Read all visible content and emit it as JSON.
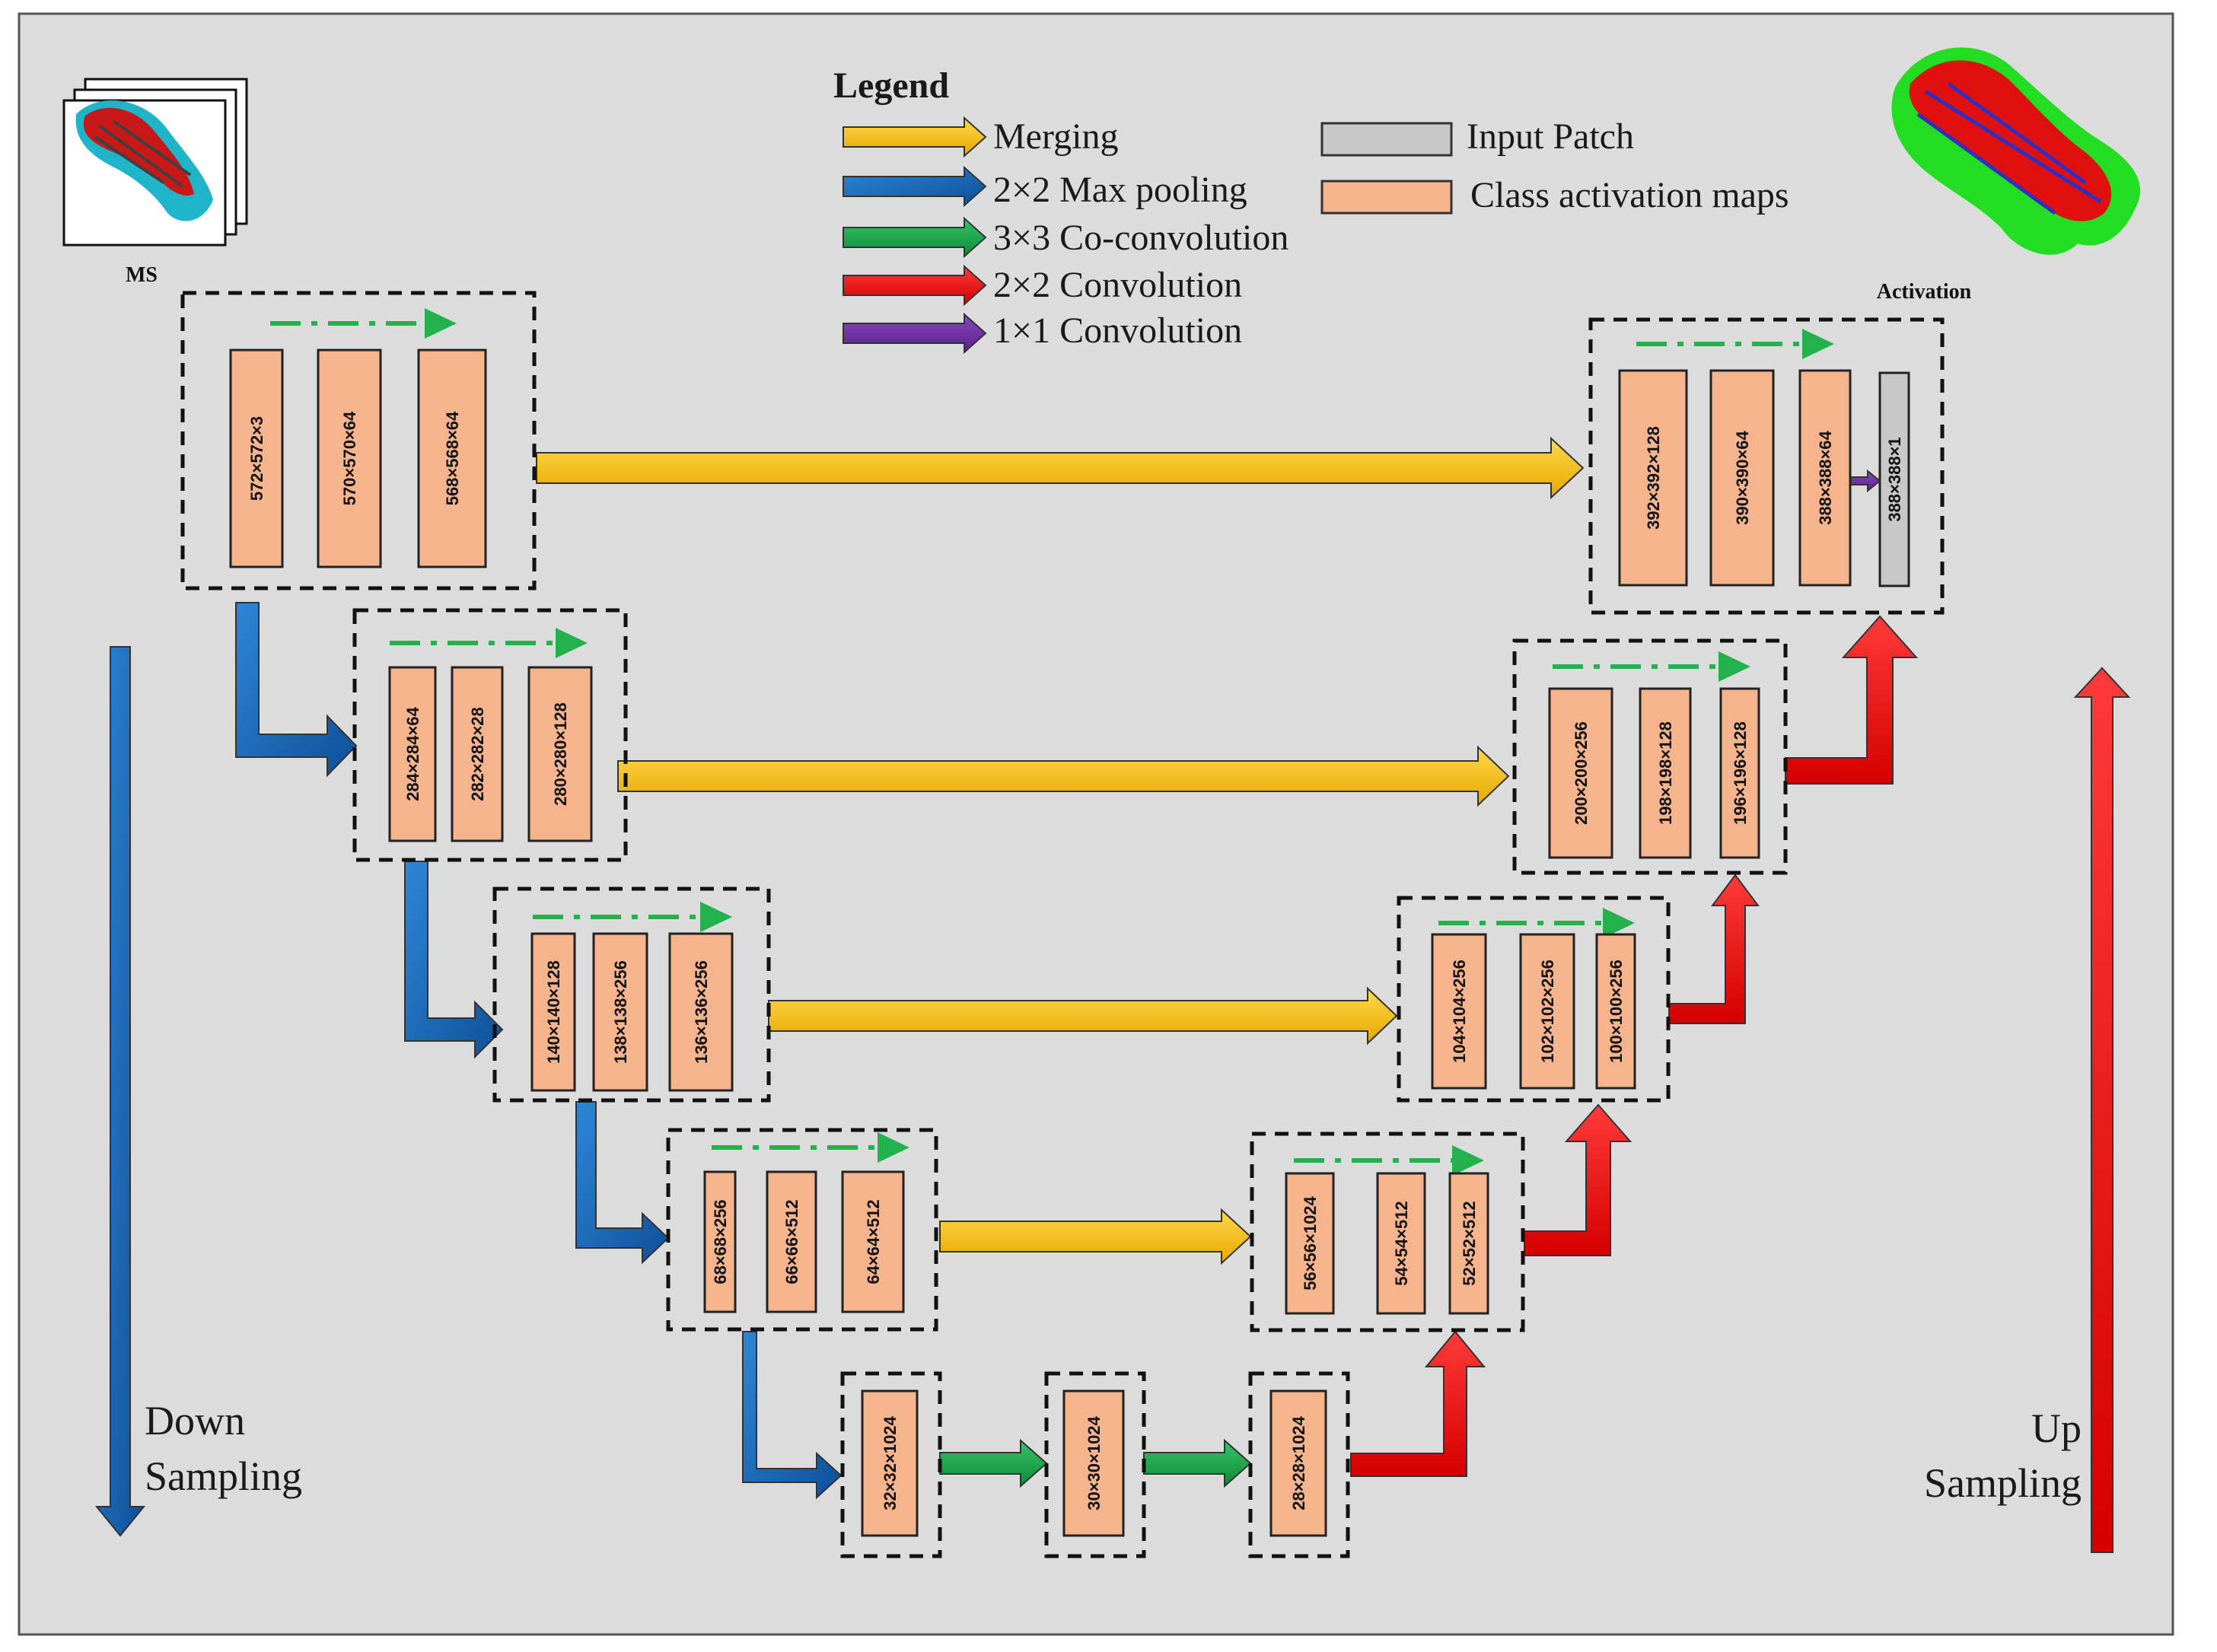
{
  "colors": {
    "background": "#dcdcdc",
    "feature_map": "#f5b48c",
    "input_patch": "#c8c8c8",
    "merge": "#ffc20e",
    "pool": "#1f6fc0",
    "coconv": "#1faa4a",
    "upconv": "#ff1010",
    "conv1x1": "#7030a0",
    "inner_arrow": "#22b14c"
  },
  "legend": {
    "title": "Legend",
    "items": [
      {
        "label": "Merging",
        "color": "#ffc20e"
      },
      {
        "label": "2×2 Max pooling",
        "color": "#1f6fc0"
      },
      {
        "label": "3×3 Co-convolution",
        "color": "#1faa4a"
      },
      {
        "label": "2×2 Convolution",
        "color": "#ff1010"
      },
      {
        "label": "1×1 Convolution",
        "color": "#7030a0"
      }
    ],
    "boxes": [
      {
        "label": "Input Patch",
        "color": "#c8c8c8"
      },
      {
        "label": "Class activation maps",
        "color": "#f5b48c"
      }
    ]
  },
  "input_image_label": "MS",
  "output_image_label": "Activation",
  "down_label": [
    "Down",
    "Sampling"
  ],
  "up_label": [
    "Up",
    "Sampling"
  ],
  "encoder": [
    [
      "572×572×3",
      "570×570×64",
      "568×568×64"
    ],
    [
      "284×284×64",
      "282×282×28",
      "280×280×128"
    ],
    [
      "140×140×128",
      "138×138×256",
      "136×136×256"
    ],
    [
      "68×68×256",
      "66×66×512",
      "64×64×512"
    ]
  ],
  "bottleneck": [
    "32×32×1024",
    "30×30×1024",
    "28×28×1024"
  ],
  "decoder": [
    [
      "392×392×128",
      "390×390×64",
      "388×388×64",
      "388×388×1"
    ],
    [
      "200×200×256",
      "198×198×128",
      "196×196×128"
    ],
    [
      "104×104×256",
      "102×102×256",
      "100×100×256"
    ],
    [
      "56×56×1024",
      "54×54×512",
      "52×52×512"
    ]
  ]
}
